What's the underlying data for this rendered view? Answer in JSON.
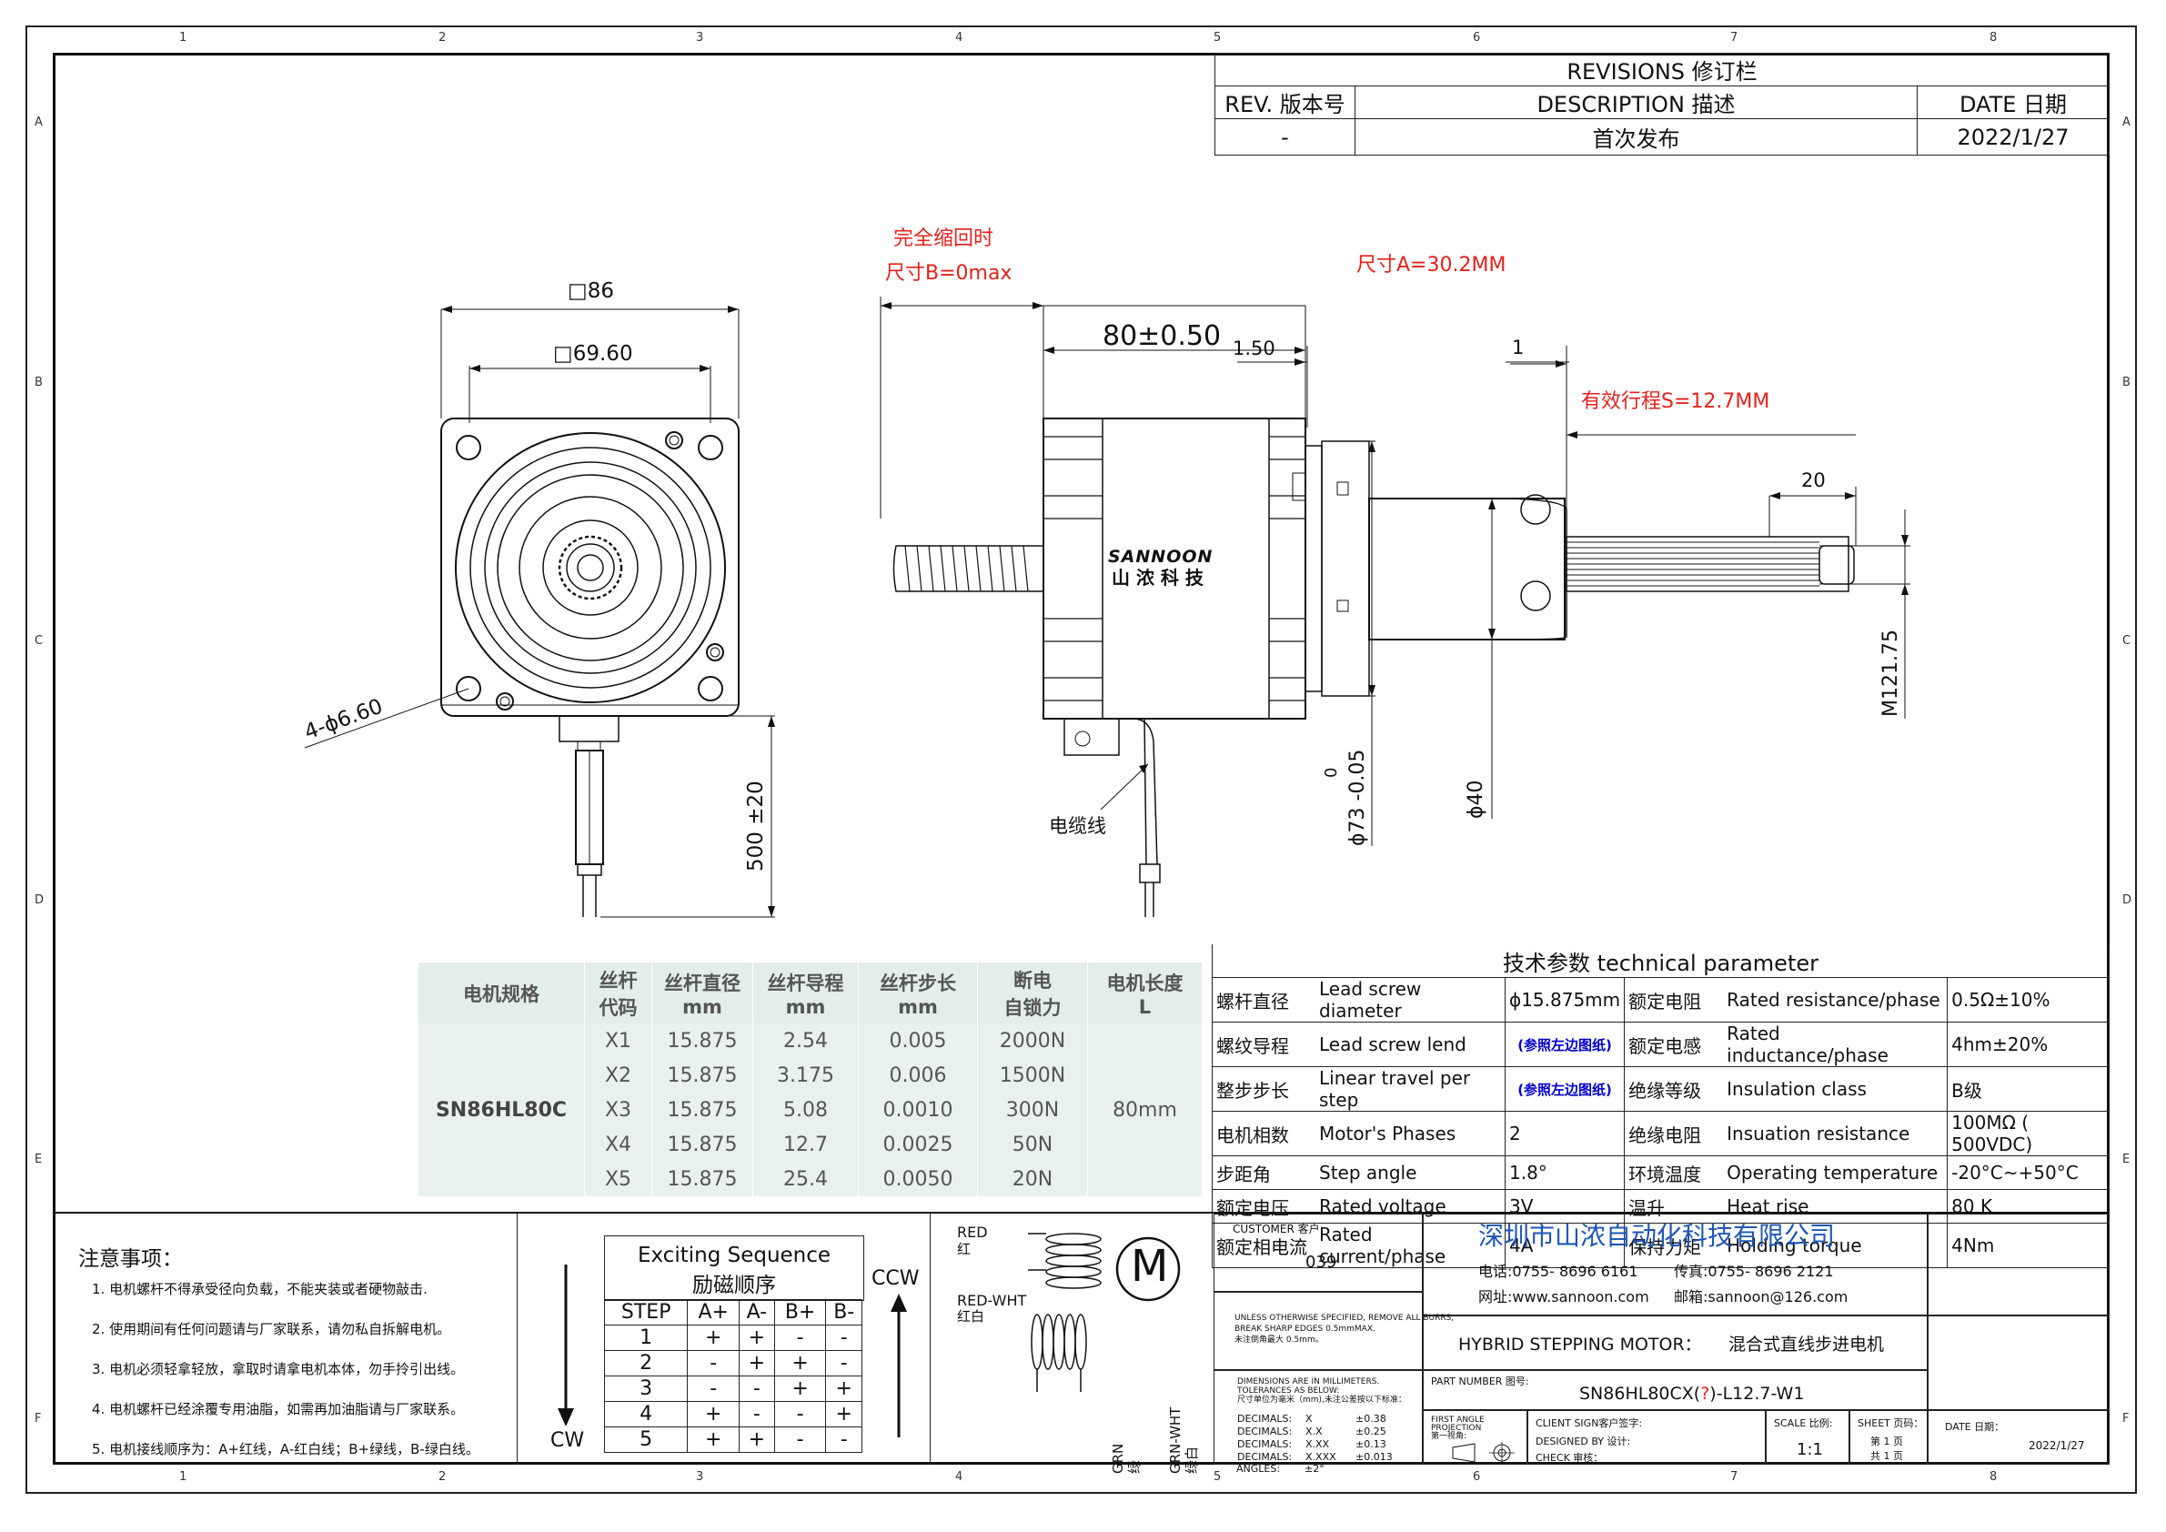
{
  "zones": {
    "columns": [
      "1",
      "2",
      "3",
      "4",
      "5",
      "6",
      "7",
      "8"
    ],
    "rows": [
      "A",
      "B",
      "C",
      "D",
      "E",
      "F"
    ]
  },
  "revisions": {
    "title": "REVISIONS 修订栏",
    "col_rev": "REV. 版本号",
    "col_desc": "DESCRIPTION 描述",
    "col_date": "DATE 日期",
    "rev": "-",
    "desc": "首次发布",
    "date": "2022/1/27"
  },
  "front_view": {
    "dim_outer": "□86",
    "dim_inner": "□69.60",
    "dim_holes": "4-ϕ6.60",
    "dim_cable": "500 ±20"
  },
  "side_view": {
    "note_retract_1": "完全缩回时",
    "note_retract_2": "尺寸B=0max",
    "note_dim_a": "尺寸A=30.2MM",
    "note_stroke": "有效行程S=12.7MM",
    "dim_length": "80±0.50",
    "dim_150": "1.50",
    "dim_1": "1",
    "dim_20": "20",
    "dim_m12": "M121.75",
    "dim_73": "ϕ73 -0.05",
    "dim_73_upper": "0",
    "dim_40": "ϕ40",
    "cable_label": "电缆线",
    "brand_en": "SANNOON",
    "brand_cn": "山 浓 科 技"
  },
  "spec_table": {
    "headers": [
      "电机规格",
      "丝杆\n代码",
      "丝杆直径\nmm",
      "丝杆导程\nmm",
      "丝杆步长\nmm",
      "断电\n自锁力",
      "电机长度\nL"
    ],
    "model": "SN86HL80C",
    "length": "80mm",
    "rows": [
      [
        "X1",
        "15.875",
        "2.54",
        "0.005",
        "2000N"
      ],
      [
        "X2",
        "15.875",
        "3.175",
        "0.006",
        "1500N"
      ],
      [
        "X3",
        "15.875",
        "5.08",
        "0.0010",
        "300N"
      ],
      [
        "X4",
        "15.875",
        "12.7",
        "0.0025",
        "50N"
      ],
      [
        "X5",
        "15.875",
        "25.4",
        "0.0050",
        "20N"
      ]
    ]
  },
  "params": {
    "title": "技术参数      technical parameter",
    "rows": [
      [
        "螺杆直径",
        "Lead screw diameter",
        "ϕ15.875mm",
        "额定电阻",
        "Rated resistance/phase",
        "0.5Ω±10%"
      ],
      [
        "螺纹导程",
        "Lead screw lend",
        "(参照左边图纸)",
        "额定电感",
        "Rated inductance/phase",
        "4hm±20%"
      ],
      [
        "整步步长",
        "Linear travel per step",
        "(参照左边图纸)",
        "绝缘等级",
        "Insulation class",
        "B级"
      ],
      [
        "电机相数",
        "Motor's Phases",
        "2",
        "绝缘电阻",
        "Insuation resistance",
        "100MΩ ( 500VDC)"
      ],
      [
        "步距角",
        "Step angle",
        "1.8°",
        "环境温度",
        "Operating temperature",
        "-20°C~+50°C"
      ],
      [
        "额定电压",
        "Rated voltage",
        "3V",
        "温升",
        "Heat  rise",
        "80 K"
      ],
      [
        "额定相电流",
        "Rated current/phase",
        "4A",
        "保持力矩",
        "Holding torque",
        "4Nm"
      ]
    ]
  },
  "notes": {
    "title": "注意事项：",
    "items": [
      "1. 电机螺杆不得承受径向负载，不能夹装或者硬物敲击.",
      "2. 使用期间有任何问题请与厂家联系，请勿私自拆解电机。",
      "3. 电机必须轻拿轻放，拿取时请拿电机本体，勿手拎引出线。",
      "4. 电机螺杆已经涂覆专用油脂，如需再加油脂请与厂家联系。",
      "5. 电机接线顺序为：A+红线，A-红白线；B+绿线，B-绿白线。"
    ]
  },
  "sequence": {
    "title_en": "Exciting Sequence",
    "title_cn": "励磁顺序",
    "ccw": "CCW",
    "cw": "CW",
    "headers": [
      "STEP",
      "A+",
      "A-",
      "B+",
      "B-"
    ],
    "rows": [
      [
        "1",
        "+",
        "+",
        "-",
        "-"
      ],
      [
        "2",
        "-",
        "+",
        "+",
        "-"
      ],
      [
        "3",
        "-",
        "-",
        "+",
        "+"
      ],
      [
        "4",
        "+",
        "-",
        "-",
        "+"
      ],
      [
        "5",
        "+",
        "+",
        "-",
        "-"
      ]
    ]
  },
  "wiring": {
    "red": "RED",
    "red_cn": "红",
    "red_wht": "RED-WHT",
    "red_wht_cn": "红白",
    "grn": "GRN",
    "grn_cn": "绿",
    "grn_wht": "GRN-WHT",
    "grn_wht_cn": "绿白",
    "motor": "M"
  },
  "title_block": {
    "customer_label": "CUSTOMER 客户:",
    "customer": "039",
    "company": "深圳市山浓自动化科技有限公司",
    "phone": "电话:0755-  8696   6161",
    "fax": "传真:0755-  8696   2121",
    "web": "网址:www.sannoon.com",
    "email": "邮箱:sannoon@126.com",
    "unless_1": "UNLESS OTHERWISE SPECIFIED, REMOVE ALL BURRS,",
    "unless_2": "BREAK SHARP EDGES 0.5mmMAX.",
    "unless_3": "未注倒角最大 0.5mm。",
    "product_en": "HYBRID STEPPING MOTOR：",
    "product_cn": "混合式直线步进电机",
    "dims_1": "DIMENSIONS ARE IN MILLIMETERS.",
    "dims_2": "TOLERANCES AS BELOW:",
    "dims_3": "尺寸单位为毫米（mm),未注公差按以下标准：",
    "tolerances": [
      [
        "DECIMALS:",
        "X",
        "±0.38"
      ],
      [
        "DECIMALS:",
        "X.X",
        "±0.25"
      ],
      [
        "DECIMALS:",
        "X.XX",
        "±0.13"
      ],
      [
        "DECIMALS:",
        "X.XXX",
        "±0.013"
      ],
      [
        "ANGLES:",
        "±2°",
        ""
      ]
    ],
    "part_label": "PART NUMBER 图号:",
    "part_pre": "SN86HL80CX(",
    "part_q": "?",
    "part_post": ")-L12.7-W1",
    "first_angle": "FIRST ANGLE",
    "projection": "PROJECTION",
    "projection_cn": "第一视角:",
    "client_sign": "CLIENT SIGN客户签字:",
    "designed": "DESIGNED BY   设计:",
    "check": "CHECK           审核：",
    "scale_label": "SCALE 比例:",
    "scale": "1:1",
    "sheet_label": "SHEET 页码：",
    "sheet_1": "第  1  页",
    "sheet_2": "共  1  页",
    "date_label": "DATE 日期：",
    "date": "2022/1/27"
  }
}
